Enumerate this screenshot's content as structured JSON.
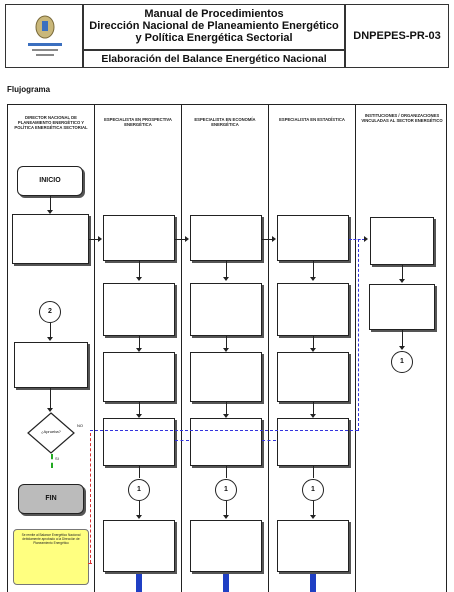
{
  "header": {
    "title_line1": "Manual de Procedimientos",
    "title_line2": "Dirección Nacional de Planeamiento Energético",
    "title_line3": "y Política Energética Sectorial",
    "subtitle": "Elaboración del Balance Energético Nacional",
    "code": "DNPEPES-PR-03",
    "logo_icon": "coat-of-arms-icon"
  },
  "section_label": "Flujograma",
  "lanes": [
    {
      "heading": "DIRECTOR NACIONAL DE PLANEAMIENTO ENERGÉTICO Y POLÍTICA ENERGÉTICA SECTORIAL"
    },
    {
      "heading": "ESPECIALISTA EN PROSPECTIVA ENERGÉTICA"
    },
    {
      "heading": "ESPECIALISTA EN ECONOMÍA ENERGÉTICA"
    },
    {
      "heading": "ESPECIALISTA EN ESTADÍSTICA"
    },
    {
      "heading": "INSTITUCIONES / ORGANIZACIONES VINCULADAS AL SECTOR ENERGÉTICO"
    }
  ],
  "shapes": {
    "start": "INICIO",
    "end": "FIN",
    "decision": "¿Aprueba?",
    "decision_yes": "SI",
    "decision_no": "NO",
    "connector_2": "2",
    "connector_1": "1",
    "note": "Se remite al Balance Energético Nacional debidamente aprobado a la Dirección de Planeamiento Energético"
  }
}
